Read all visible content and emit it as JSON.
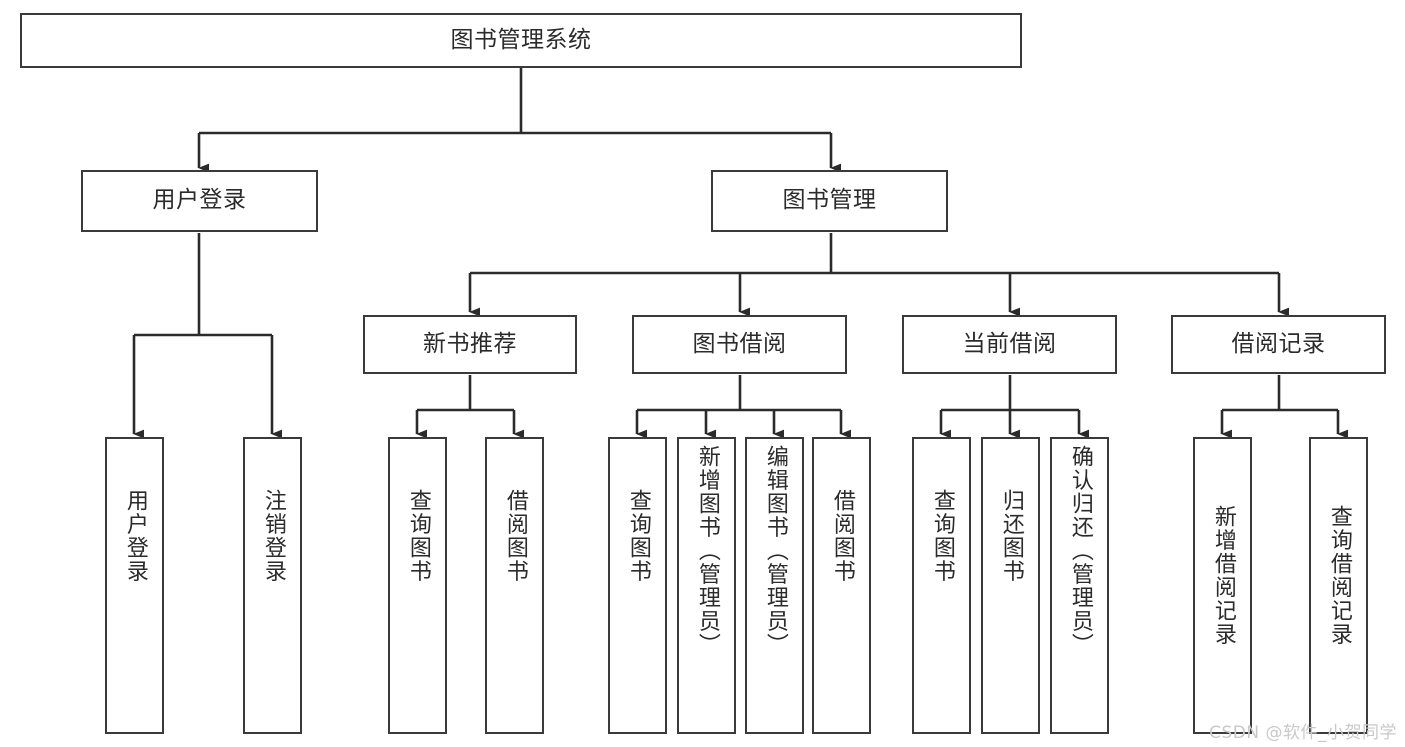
{
  "diagram": {
    "title": "图书管理系统",
    "type": "tree-hierarchy-chart",
    "colors": {
      "box_border": "#3a3a3a",
      "box_fill": "#ffffff",
      "connector": "#2b2b2b",
      "text": "#2b2b2b",
      "watermark": "#c9c9c9",
      "background": "#ffffff"
    },
    "watermark": "CSDN @软件_小贺同学",
    "levels": {
      "root": {
        "label": "图书管理系统"
      },
      "level2": [
        {
          "id": "user-login",
          "label": "用户登录"
        },
        {
          "id": "book-management",
          "label": "图书管理"
        }
      ],
      "level3": [
        {
          "id": "new-book-recommend",
          "label": "新书推荐"
        },
        {
          "id": "book-borrow",
          "label": "图书借阅"
        },
        {
          "id": "current-borrow",
          "label": "当前借阅"
        },
        {
          "id": "borrow-record",
          "label": "借阅记录"
        }
      ],
      "leaves": [
        {
          "id": "leaf-user-login",
          "label": "用户登录",
          "parent": "user-login"
        },
        {
          "id": "leaf-logout",
          "label": "注销登录",
          "parent": "user-login"
        },
        {
          "id": "leaf-query-book-1",
          "label": "查询图书",
          "parent": "new-book-recommend"
        },
        {
          "id": "leaf-borrow-book-1",
          "label": "借阅图书",
          "parent": "new-book-recommend"
        },
        {
          "id": "leaf-query-book-2",
          "label": "查询图书",
          "parent": "book-borrow"
        },
        {
          "id": "leaf-add-book",
          "label": "新增图书（管理员）",
          "parent": "book-borrow"
        },
        {
          "id": "leaf-edit-book",
          "label": "编辑图书（管理员）",
          "parent": "book-borrow"
        },
        {
          "id": "leaf-borrow-book-2",
          "label": "借阅图书",
          "parent": "book-borrow"
        },
        {
          "id": "leaf-query-book-3",
          "label": "查询图书",
          "parent": "current-borrow"
        },
        {
          "id": "leaf-return-book",
          "label": "归还图书",
          "parent": "current-borrow"
        },
        {
          "id": "leaf-confirm-return",
          "label": "确认归还（管理员）",
          "parent": "current-borrow"
        },
        {
          "id": "leaf-add-record",
          "label": "新增借阅记录",
          "parent": "borrow-record"
        },
        {
          "id": "leaf-query-record",
          "label": "查询借阅记录",
          "parent": "borrow-record"
        }
      ]
    }
  }
}
